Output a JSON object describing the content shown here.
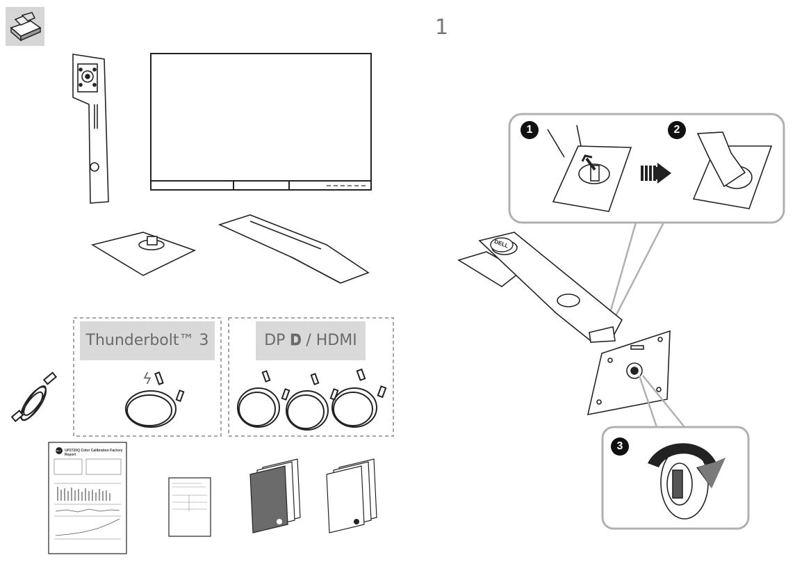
{
  "page": {
    "step_number": "1",
    "icon_box": "package-icon"
  },
  "cable_groups": {
    "thunderbolt_label": "Thunderbolt™ 3",
    "thunderbolt_glyph": "lightning-icon",
    "dp_label": "DP",
    "dp_glyph": "displayport-icon",
    "hdmi_label": " / HDMI"
  },
  "callouts": {
    "step_one": "1",
    "step_two": "2",
    "step_three": "3"
  },
  "documents": {
    "report_title": "UP2720Q Color Calibration Factory Report",
    "logo_text": "DELL"
  },
  "stand": {
    "logo_text": "DELL"
  },
  "colors": {
    "line": "#222222",
    "label_bg": "#d9d9d9",
    "callout_border": "#b0b0b0",
    "arrow_grey": "#7a7a7a"
  }
}
